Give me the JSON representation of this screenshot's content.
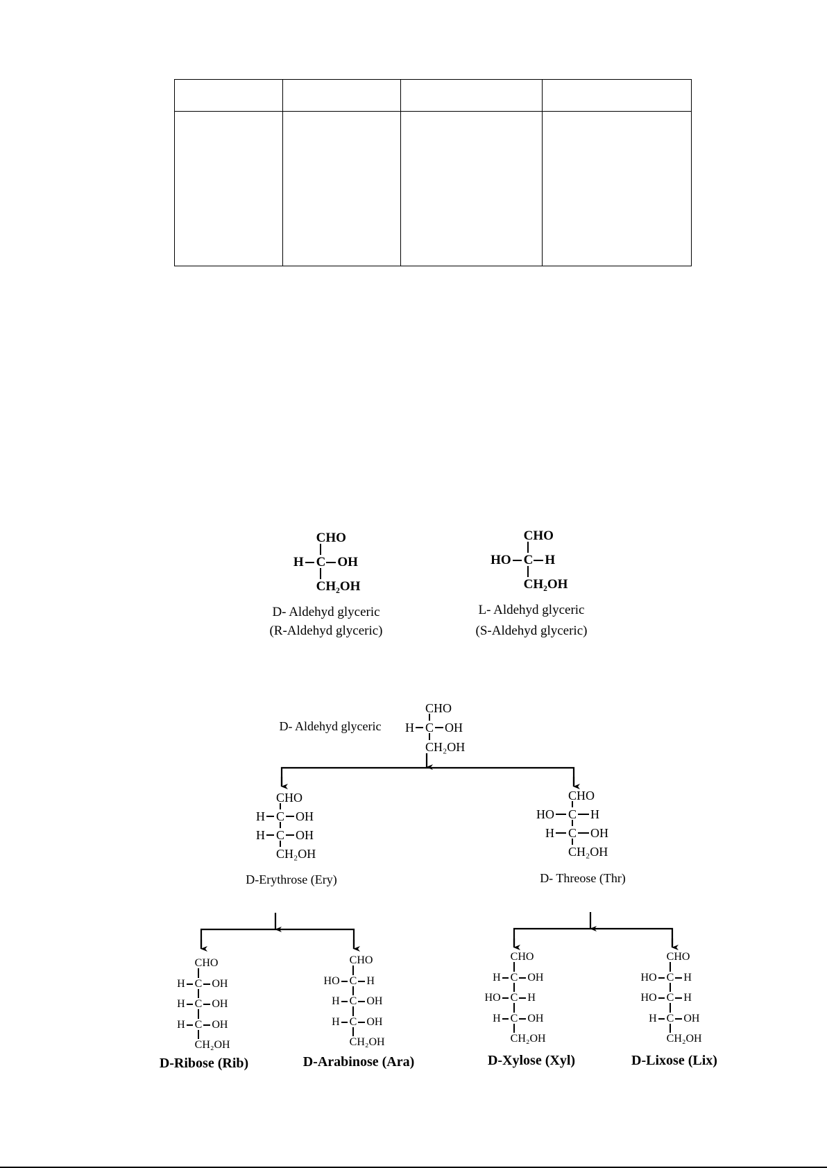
{
  "table": {
    "columns": 4,
    "rows": 2
  },
  "glyceraldehyde": {
    "d": {
      "rows": [
        {
          "l": "",
          "c": "CHO",
          "r": ""
        },
        {
          "l": "H",
          "c": "C",
          "r": "OH"
        },
        {
          "l": "",
          "c": "CH₂OH",
          "r": ""
        }
      ],
      "name": "D- Aldehyd glyceric",
      "alt": "(R-Aldehyd glyceric)"
    },
    "l": {
      "rows": [
        {
          "l": "",
          "c": "CHO",
          "r": ""
        },
        {
          "l": "HO",
          "c": "C",
          "r": "H"
        },
        {
          "l": "",
          "c": "CH₂OH",
          "r": ""
        }
      ],
      "name": "L- Aldehyd glyceric",
      "alt": "(S-Aldehyd glyceric)"
    }
  },
  "tree": {
    "root": {
      "name": "D- Aldehyd glyceric",
      "rows": [
        {
          "l": "",
          "c": "CHO",
          "r": ""
        },
        {
          "l": "H",
          "c": "C",
          "r": "OH"
        },
        {
          "l": "",
          "c": "CH₂OH",
          "r": ""
        }
      ]
    },
    "erythrose": {
      "name": "D-Erythrose (Ery)",
      "rows": [
        {
          "l": "",
          "c": "CHO",
          "r": ""
        },
        {
          "l": "H",
          "c": "C",
          "r": "OH"
        },
        {
          "l": "H",
          "c": "C",
          "r": "OH"
        },
        {
          "l": "",
          "c": "CH₂OH",
          "r": ""
        }
      ]
    },
    "threose": {
      "name": "D- Threose (Thr)",
      "rows": [
        {
          "l": "",
          "c": "CHO",
          "r": ""
        },
        {
          "l": "HO",
          "c": "C",
          "r": "H"
        },
        {
          "l": "H",
          "c": "C",
          "r": "OH"
        },
        {
          "l": "",
          "c": "CH₂OH",
          "r": ""
        }
      ]
    },
    "ribose": {
      "name": "D-Ribose (Rib)",
      "rows": [
        {
          "l": "",
          "c": "CHO",
          "r": ""
        },
        {
          "l": "H",
          "c": "C",
          "r": "OH"
        },
        {
          "l": "H",
          "c": "C",
          "r": "OH"
        },
        {
          "l": "H",
          "c": "C",
          "r": "OH"
        },
        {
          "l": "",
          "c": "CH₂OH",
          "r": ""
        }
      ]
    },
    "arabinose": {
      "name": "D-Arabinose (Ara)",
      "rows": [
        {
          "l": "",
          "c": "CHO",
          "r": ""
        },
        {
          "l": "HO",
          "c": "C",
          "r": "H"
        },
        {
          "l": "H",
          "c": "C",
          "r": "OH"
        },
        {
          "l": "H",
          "c": "C",
          "r": "OH"
        },
        {
          "l": "",
          "c": "CH₂OH",
          "r": ""
        }
      ]
    },
    "xylose": {
      "name": "D-Xylose (Xyl)",
      "rows": [
        {
          "l": "",
          "c": "CHO",
          "r": ""
        },
        {
          "l": "H",
          "c": "C",
          "r": "OH"
        },
        {
          "l": "HO",
          "c": "C",
          "r": "H"
        },
        {
          "l": "H",
          "c": "C",
          "r": "OH"
        },
        {
          "l": "",
          "c": "CH₂OH",
          "r": ""
        }
      ]
    },
    "lixose": {
      "name": "D-Lixose (Lix)",
      "rows": [
        {
          "l": "",
          "c": "CHO",
          "r": ""
        },
        {
          "l": "HO",
          "c": "C",
          "r": "H"
        },
        {
          "l": "HO",
          "c": "C",
          "r": "H"
        },
        {
          "l": "H",
          "c": "C",
          "r": "OH"
        },
        {
          "l": "",
          "c": "CH₂OH",
          "r": ""
        }
      ]
    }
  }
}
